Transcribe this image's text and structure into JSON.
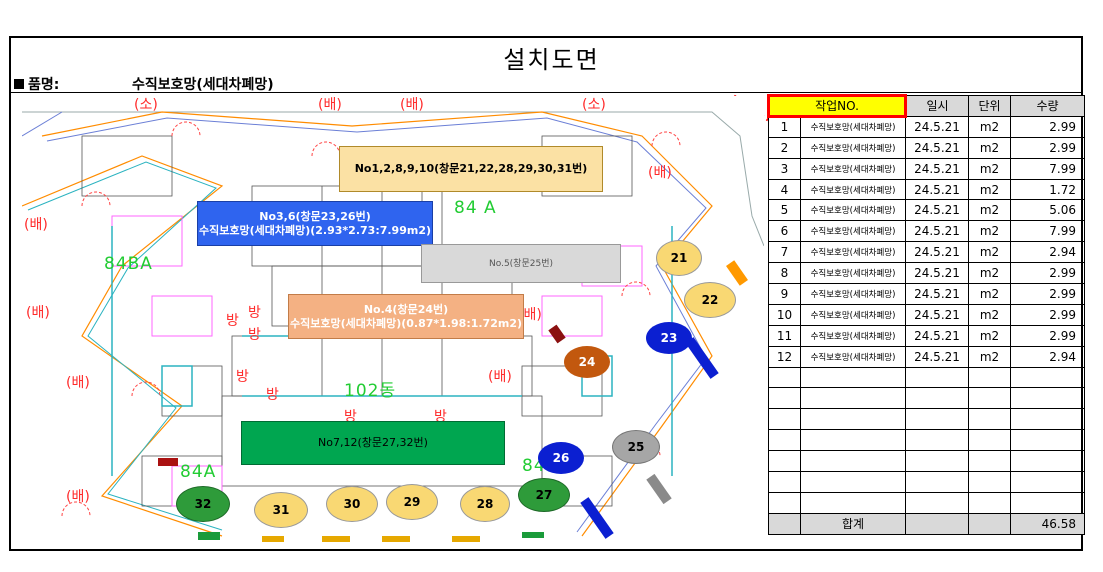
{
  "title": "설치도면",
  "item": {
    "label": "품명:",
    "value": "수직보호망(세대차폐망)"
  },
  "plan": {
    "labels": [
      {
        "text": "No1,2,8,9,10(창문21,22,28,29,30,31번)"
      },
      {
        "line1": "No3,6(창문23,26번)",
        "line2": "수직보호망(세대차폐망)(2.93*2.73:7.99m2)"
      },
      {
        "text": "No.5(창문25번)"
      },
      {
        "line1": "No.4(창문24번)",
        "line2": "수직보호망(세대차폐망)(0.87*1.98:1.72m2)"
      },
      {
        "text": "No7,12(창문27,32번)"
      }
    ],
    "units": [
      "84BA",
      "84  A",
      "84A",
      "84",
      "102동"
    ],
    "rooms": [
      "(소)",
      "(배)",
      "(배)",
      "(소)",
      "(배)",
      "(배)",
      "(배)",
      "방",
      "방",
      "방",
      "방",
      "방",
      "방",
      "방",
      "(배)",
      "(배)",
      "(배)",
      "(배)"
    ],
    "windows": [
      {
        "no": "21",
        "color": "#f9d873"
      },
      {
        "no": "22",
        "color": "#f9d873"
      },
      {
        "no": "23",
        "color": "#0b1fd1"
      },
      {
        "no": "24",
        "color": "#c2580e"
      },
      {
        "no": "25",
        "color": "#a6a6a6"
      },
      {
        "no": "26",
        "color": "#0b1fd1"
      },
      {
        "no": "27",
        "color": "#2e9b3a"
      },
      {
        "no": "28",
        "color": "#f9d873"
      },
      {
        "no": "29",
        "color": "#f9d873"
      },
      {
        "no": "30",
        "color": "#f9d873"
      },
      {
        "no": "31",
        "color": "#f9d873"
      },
      {
        "no": "32",
        "color": "#2e9b3a"
      }
    ]
  },
  "table": {
    "headers": {
      "job": "작업NO.",
      "date": "일시",
      "unit": "단위",
      "qty": "수량"
    },
    "rows": [
      {
        "no": "1",
        "name": "수직보호망(세대차폐망)",
        "date": "24.5.21",
        "unit": "m2",
        "qty": "2.99"
      },
      {
        "no": "2",
        "name": "수직보호망(세대차폐망)",
        "date": "24.5.21",
        "unit": "m2",
        "qty": "2.99"
      },
      {
        "no": "3",
        "name": "수직보호망(세대차폐망)",
        "date": "24.5.21",
        "unit": "m2",
        "qty": "7.99"
      },
      {
        "no": "4",
        "name": "수직보호망(세대차폐망)",
        "date": "24.5.21",
        "unit": "m2",
        "qty": "1.72"
      },
      {
        "no": "5",
        "name": "수직보호망(세대차폐망)",
        "date": "24.5.21",
        "unit": "m2",
        "qty": "5.06"
      },
      {
        "no": "6",
        "name": "수직보호망(세대차폐망)",
        "date": "24.5.21",
        "unit": "m2",
        "qty": "7.99"
      },
      {
        "no": "7",
        "name": "수직보호망(세대차폐망)",
        "date": "24.5.21",
        "unit": "m2",
        "qty": "2.94"
      },
      {
        "no": "8",
        "name": "수직보호망(세대차폐망)",
        "date": "24.5.21",
        "unit": "m2",
        "qty": "2.99"
      },
      {
        "no": "9",
        "name": "수직보호망(세대차폐망)",
        "date": "24.5.21",
        "unit": "m2",
        "qty": "2.99"
      },
      {
        "no": "10",
        "name": "수직보호망(세대차폐망)",
        "date": "24.5.21",
        "unit": "m2",
        "qty": "2.99"
      },
      {
        "no": "11",
        "name": "수직보호망(세대차폐망)",
        "date": "24.5.21",
        "unit": "m2",
        "qty": "2.99"
      },
      {
        "no": "12",
        "name": "수직보호망(세대차폐망)",
        "date": "24.5.21",
        "unit": "m2",
        "qty": "2.94"
      }
    ],
    "total": {
      "label": "합계",
      "qty": "46.58"
    }
  }
}
